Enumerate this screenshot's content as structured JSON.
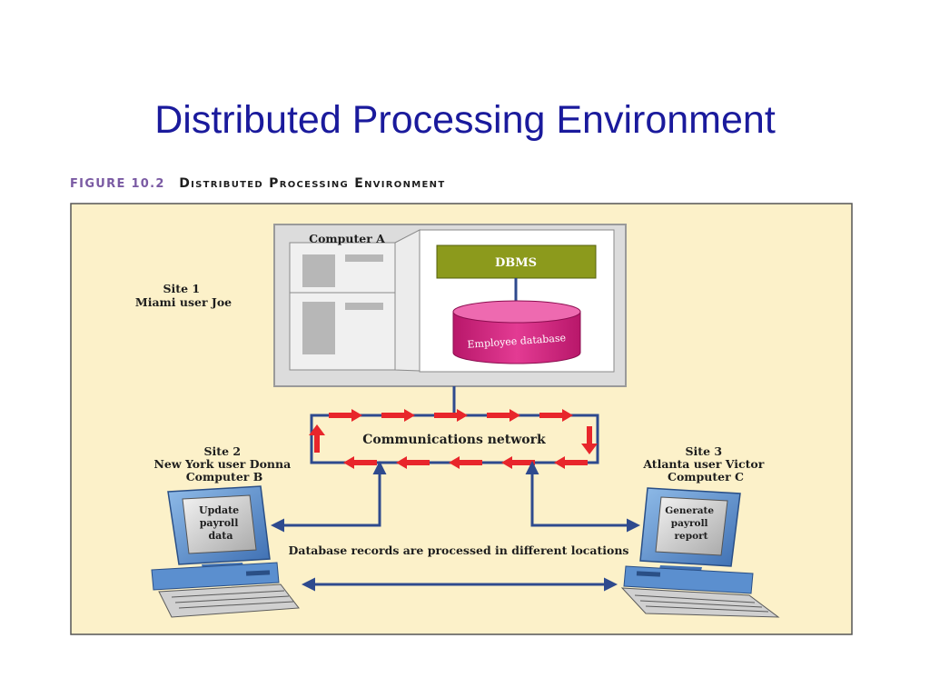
{
  "slide": {
    "title": "Distributed Processing Environment"
  },
  "figure": {
    "number": "FIGURE 10.2",
    "caption": "Distributed Processing Environment",
    "computer_a": {
      "label": "Computer A",
      "dbms": "DBMS",
      "database": "Employee database"
    },
    "site1": {
      "line1": "Site 1",
      "line2": "Miami user Joe"
    },
    "site2": {
      "line1": "Site 2",
      "line2": "New York user Donna",
      "line3": "Computer B"
    },
    "site3": {
      "line1": "Site 3",
      "line2": "Atlanta user Victor",
      "line3": "Computer C"
    },
    "network_label": "Communications network",
    "screen_b": [
      "Update",
      "payroll",
      "data"
    ],
    "screen_c": [
      "Generate",
      "payroll",
      "report"
    ],
    "records_note": "Database records are processed in different locations"
  },
  "colors": {
    "title": "#1a1a9c",
    "background_panel": "#fcf1c9",
    "dbms_box": "#8c9a1c",
    "database_cylinder": "#d6207e",
    "arrow_red": "#e8262b",
    "network_line": "#2e4a8e",
    "computer_body": "#5b8fcf"
  }
}
